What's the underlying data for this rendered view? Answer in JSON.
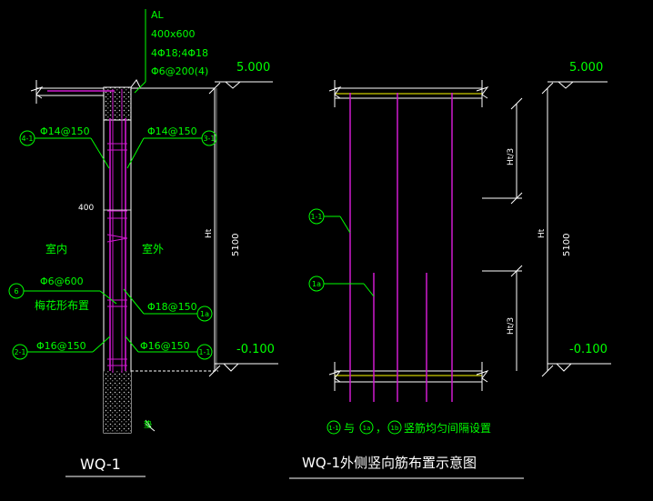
{
  "colors": {
    "background": "#000000",
    "dim": "#ffffff",
    "note": "#00ff00",
    "rebar": "#d01ad0",
    "slab": "#ffff00",
    "hatch": "#c8c8c8",
    "title": "#ffffff"
  },
  "left": {
    "beam": {
      "name": "AL",
      "size": "400x600",
      "bars": "4Φ18;4Φ18",
      "stirrup": "Φ6@200(4)"
    },
    "top_elev": "5.000",
    "bottom_elev": "-0.100",
    "dim_total": "5100",
    "dim_h": "Ht",
    "dim_thick": "400",
    "label_indoor": "室内",
    "label_outdoor": "室外",
    "bar_inner_top": {
      "tag": "4-1",
      "spec": "Φ14@150"
    },
    "bar_outer_top": {
      "tag": "3-1",
      "spec": "Φ14@150"
    },
    "tie": {
      "tag": "6",
      "spec": "Φ6@600",
      "note": "梅花形布置"
    },
    "bar_outer_mid": {
      "tag": "1a",
      "spec": "Φ18@150"
    },
    "bar_inner_bot": {
      "tag": "2-1",
      "spec": "Φ16@150"
    },
    "bar_outer_bot": {
      "tag": "1-1",
      "spec": "Φ16@150"
    },
    "section_mark": "垫",
    "title": "WQ-1"
  },
  "right": {
    "top_elev": "5.000",
    "bottom_elev": "-0.100",
    "dim_total": "5100",
    "dim_h": "Ht",
    "dim_top_third": "Ht/3",
    "dim_bot_third": "Ht/3",
    "tag_a": "1-1",
    "tag_b": "1a",
    "note": {
      "t1": "1-1",
      "m1": "与",
      "t2": "1a",
      "m2": "，",
      "t3": "1b",
      "m3": "竖筋均匀间隔设置"
    },
    "title": "WQ-1外侧竖向筋布置示意图"
  }
}
